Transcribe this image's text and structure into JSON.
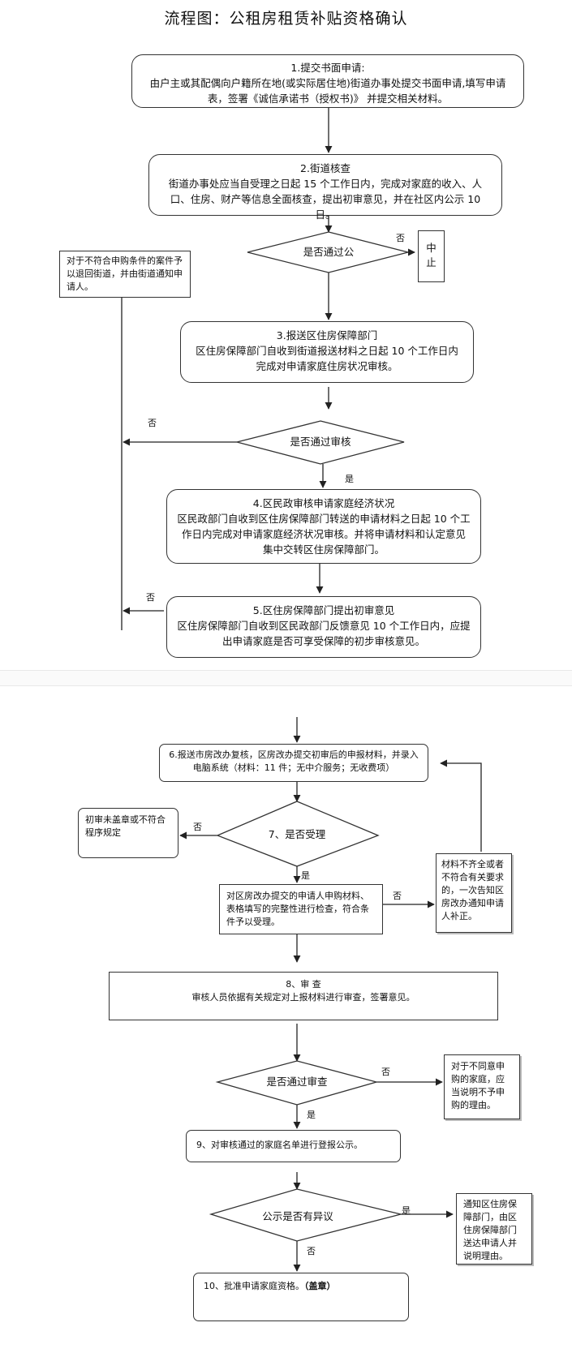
{
  "title": "流程图：公租房租赁补贴资格确认",
  "labels": {
    "yes": "是",
    "no": "否"
  },
  "page1": {
    "step1": {
      "heading": "1.提交书面申请:",
      "body": "由户主或其配偶向户籍所在地(或实际居住地)街道办事处提交书面申请,填写申请表，签署《诚信承诺书（授权书)》 并提交相关材料。"
    },
    "step2": {
      "heading": "2.街道核查",
      "body": "街道办事处应当自受理之日起 15 个工作日内，完成对家庭的收入、人口、住房、财产等信息全面核查，提出初审意见，并在社区内公示 10 日。"
    },
    "decision1": "是否通过公",
    "stop": "中止",
    "reject_note": "对于不符合申购条件的案件予以退回街道，并由街道通知申请人。",
    "step3": {
      "heading": "3.报送区住房保障部门",
      "body": "区住房保障部门自收到街道报送材料之日起 10 个工作日内完成对申请家庭住房状况审核。"
    },
    "decision2": "是否通过审核",
    "step4": {
      "heading": "4.区民政审核申请家庭经济状况",
      "body": "区民政部门自收到区住房保障部门转送的申请材料之日起 10 个工作日内完成对申请家庭经济状况审核。并将申请材料和认定意见集中交转区住房保障部门。"
    },
    "step5": {
      "heading": "5.区住房保障部门提出初审意见",
      "body": "区住房保障部门自收到区民政部门反馈意见 10 个工作日内，应提出申请家庭是否可享受保障的初步审核意见。"
    }
  },
  "page2": {
    "step6": "6.报送市房改办复核，区房改办提交初审后的申报材料，并录入电脑系统（材料：11 件；无中介服务；无收费项）",
    "reject7": "初审未盖章或不符合程序规定",
    "decision7": "7、是否受理",
    "check": "对区房改办提交的申请人申购材料、表格填写的完整性进行检查，符合条件予以受理。",
    "incomplete": "材料不齐全或者不符合有关要求的，一次告知区房改办通知申请人补正。",
    "step8": {
      "heading": "8、审 查",
      "body": "审核人员依据有关规定对上报材料进行审查，签署意见。"
    },
    "decision8": "是否通过审查",
    "reject8": "对于不同意申购的家庭，应当说明不予申购的理由。",
    "step9": "9、对审核通过的家庭名单进行登报公示。",
    "decision9": "公示是否有异议",
    "objection": "通知区住房保障部门，由区住房保障部门送达申请人并说明理由。",
    "step10": {
      "text": "10、批准申请家庭资格。",
      "bold": "（盖章）"
    }
  }
}
